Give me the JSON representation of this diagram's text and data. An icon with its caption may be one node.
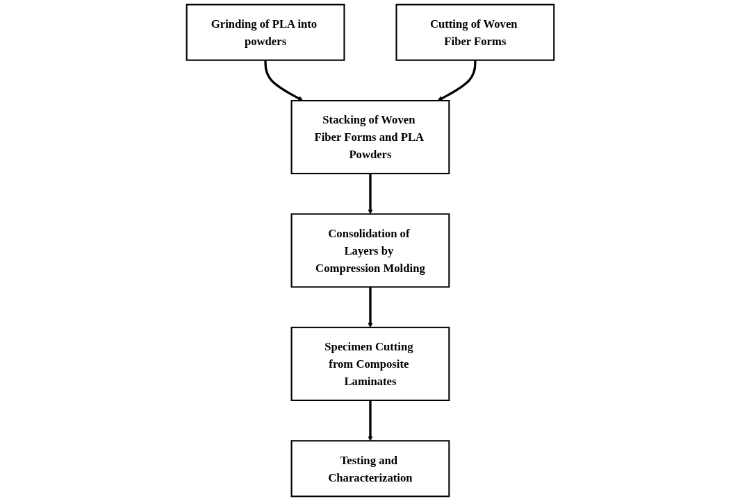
{
  "diagram": {
    "nodes": [
      {
        "text": [
          "Grinding of PLA into powders"
        ]
      },
      {
        "text": [
          "Cutting of Woven Fiber Forms"
        ]
      },
      {
        "text": [
          "Stacking of Woven Fiber Forms and PLA Powders"
        ]
      },
      {
        "text": [
          "Consolidation of Layers by Compression Molding"
        ]
      },
      {
        "text": [
          "Specimen Cutting from Composite Laminates"
        ]
      },
      {
        "text": [
          "Testing and Characterization"
        ]
      }
    ],
    "edges": [
      {
        "from": 0,
        "to": 2,
        "arrow": "to"
      },
      {
        "from": 1,
        "to": 2,
        "arrow": "to"
      },
      {
        "from": 2,
        "to": 3,
        "arrow": "to"
      },
      {
        "from": 3,
        "to": 4,
        "arrow": "to"
      },
      {
        "from": 4,
        "to": 5,
        "arrow": "to"
      }
    ]
  }
}
